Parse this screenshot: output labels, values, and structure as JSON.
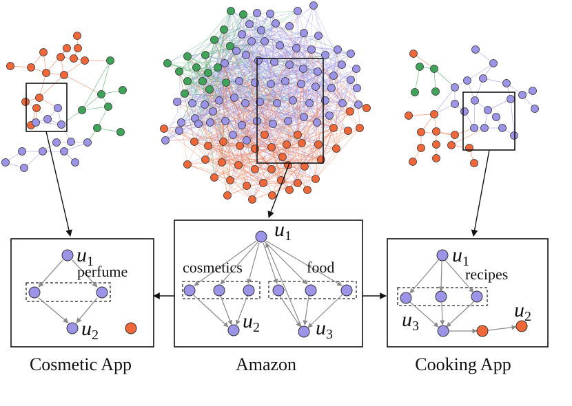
{
  "colors": {
    "purple": "#9c94e6",
    "orange": "#f0683a",
    "green": "#3fa35a",
    "edge_purple": "#9c94e6",
    "edge_orange": "#f07a4e",
    "edge_green": "#3fa35a",
    "arrow_gray": "#8a8a8a",
    "stroke": "#333333"
  },
  "captions": {
    "cosmetic": "Cosmetic App",
    "amazon": "Amazon",
    "cooking": "Cooking App"
  },
  "labels": {
    "perfume": "perfume",
    "cosmetics": "cosmetics",
    "food": "food",
    "recipes": "recipes",
    "u": "u",
    "sub1": "1",
    "sub2": "2",
    "sub3": "3"
  }
}
